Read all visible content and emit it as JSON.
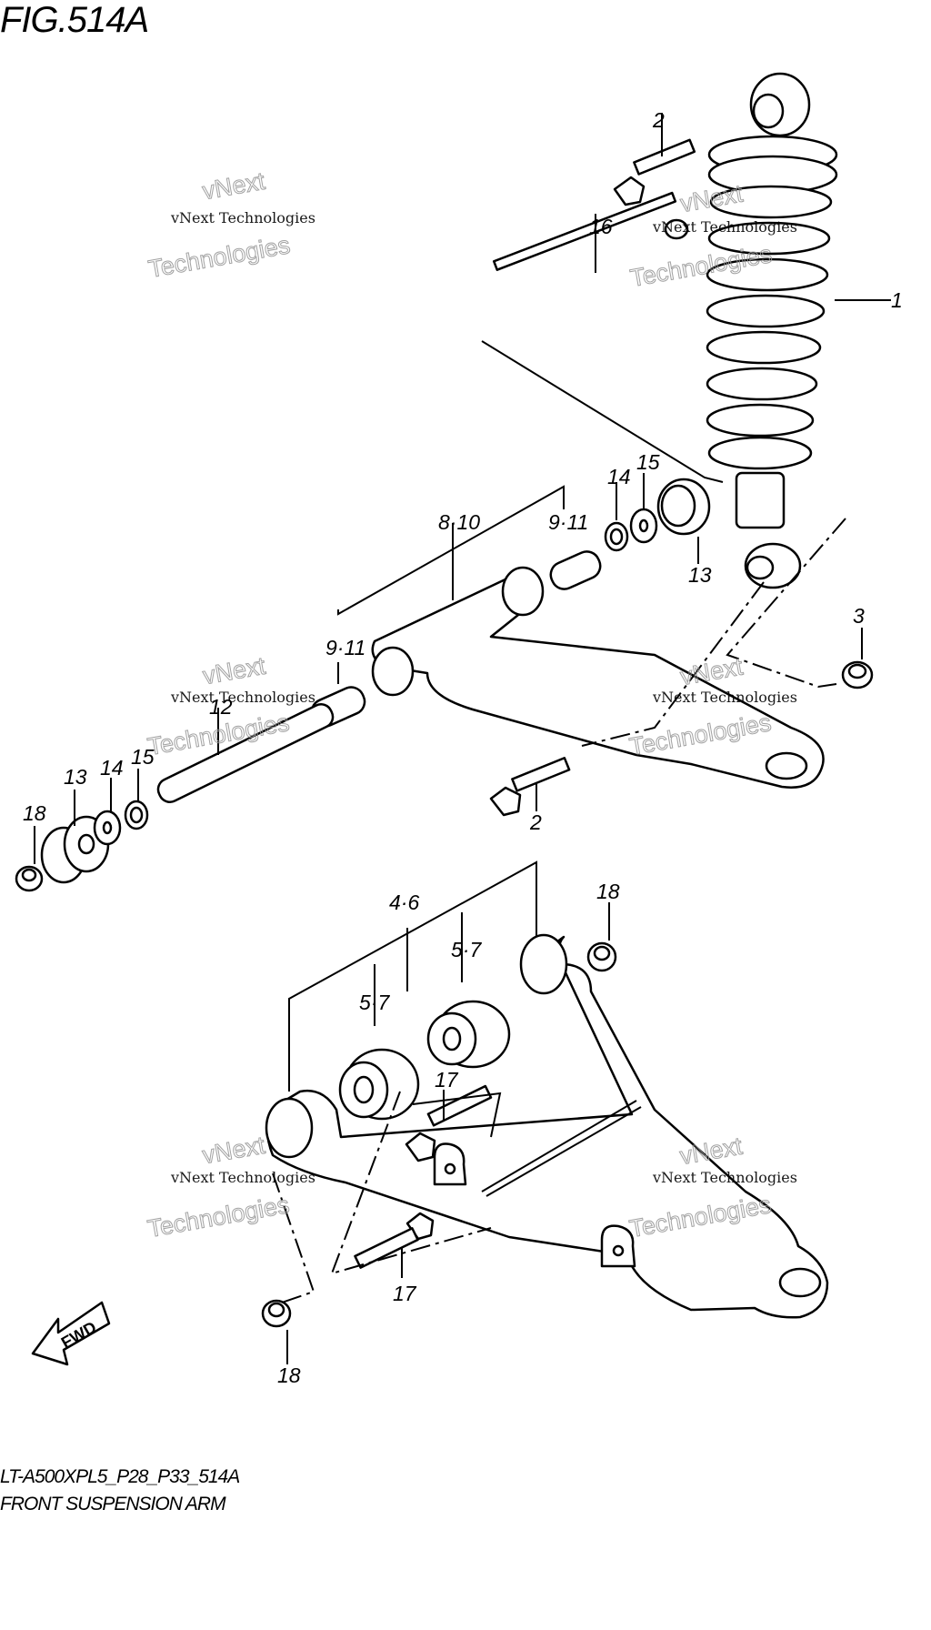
{
  "figure": {
    "title": "FIG.514A",
    "model_code": "LT-A500XPL5_P28_P33_514A",
    "description": "FRONT SUSPENSION ARM",
    "fwd_label": "FWD"
  },
  "watermark": {
    "line1": "vNext Technologies",
    "line2": "vNext",
    "line3": "Technologies"
  },
  "callouts": [
    "2",
    "16",
    "1",
    "14",
    "15",
    "13",
    "8·10",
    "9·11",
    "9·11",
    "3",
    "12",
    "13",
    "14",
    "15",
    "18",
    "2",
    "4·6",
    "5·7",
    "5·7",
    "18",
    "17",
    "17",
    "18"
  ]
}
